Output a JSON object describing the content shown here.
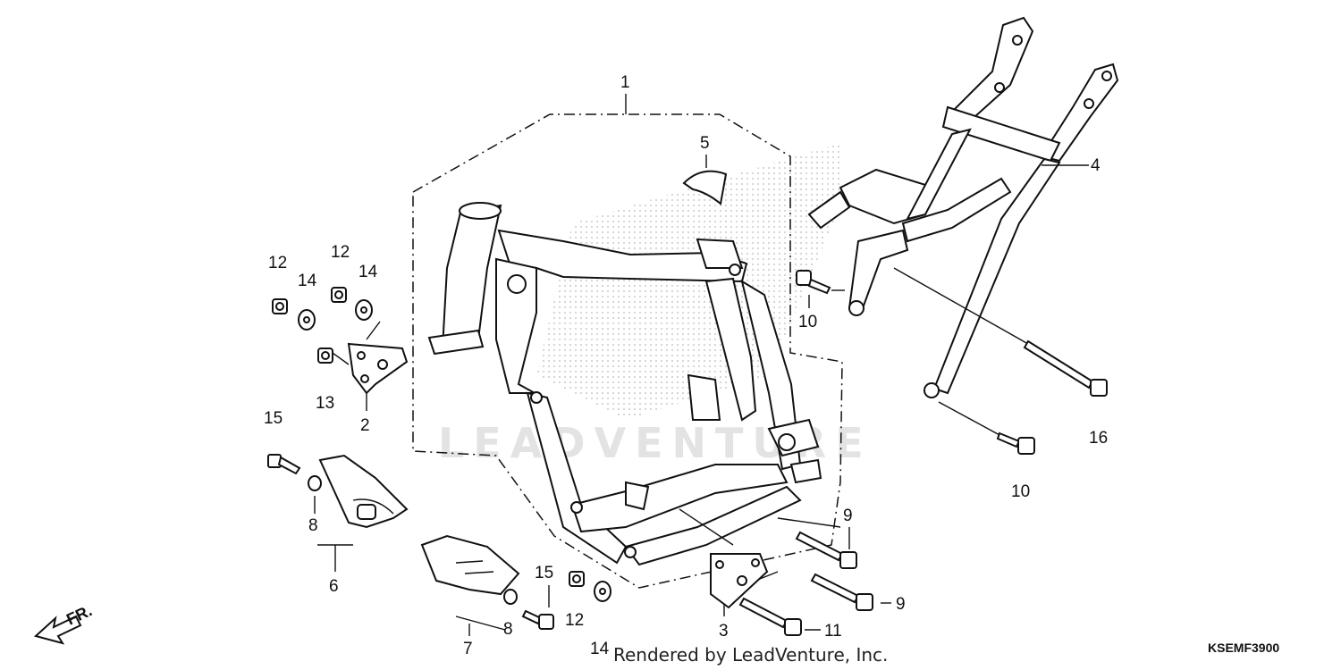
{
  "diagram_code": "KSEMF3900",
  "watermark": "LEADVENTURE",
  "rendered_by": "Rendered by LeadVenture, Inc.",
  "front_indicator": "FR.",
  "callouts": {
    "c1": "1",
    "c2": "2",
    "c3": "3",
    "c4": "4",
    "c5": "5",
    "c6": "6",
    "c7": "7",
    "c8a": "8",
    "c8b": "8",
    "c9a": "9",
    "c9b": "9",
    "c10a": "10",
    "c10b": "10",
    "c11": "11",
    "c12a": "12",
    "c12b": "12",
    "c12c": "12",
    "c13": "13",
    "c14a": "14",
    "c14b": "14",
    "c14c": "14",
    "c15a": "15",
    "c15b": "15",
    "c16": "16"
  }
}
